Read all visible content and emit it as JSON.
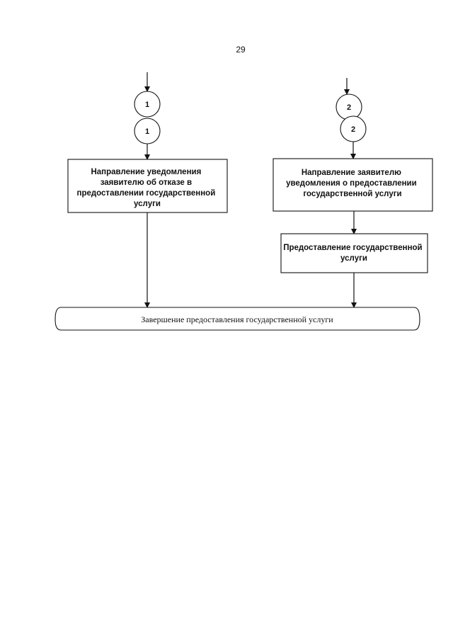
{
  "page_number": "29",
  "connectors": {
    "left_top": "1",
    "left_bottom": "1",
    "right_top": "2",
    "right_bottom": "2"
  },
  "boxes": {
    "left": [
      "Направление уведомления",
      "заявителю об отказе в",
      "предоставлении  государственной",
      "услуги"
    ],
    "right": [
      "Направление заявителю",
      "уведомления о предоставлении",
      "государственной услуги"
    ],
    "service": [
      "Предоставление государственной",
      "услуги"
    ]
  },
  "final": "Завершение предоставления государственной услуги"
}
